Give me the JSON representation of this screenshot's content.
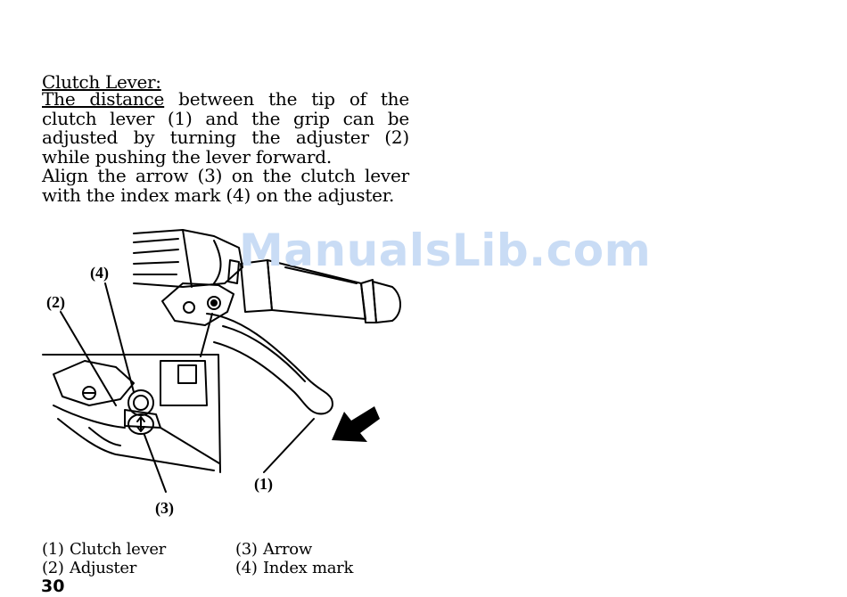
{
  "section": {
    "heading": "Clutch Lever:",
    "paragraph1_first": "The distance",
    "paragraph1_rest": " between the tip of the clutch lever (1) and the grip can be adjusted by turning the adjuster (2) while pushing the lever forward.",
    "paragraph2": "Align the arrow (3) on the clutch lever with the index mark (4) on the adjuster."
  },
  "watermark": "ManualsLib.com",
  "callouts": {
    "c1": "(1)",
    "c2": "(2)",
    "c3": "(3)",
    "c4": "(4)"
  },
  "legend": [
    {
      "num": "(1)",
      "label": "Clutch lever"
    },
    {
      "num": "(2)",
      "label": "Adjuster"
    },
    {
      "num": "(3)",
      "label": "Arrow"
    },
    {
      "num": "(4)",
      "label": "Index mark"
    }
  ],
  "page_number": "30"
}
